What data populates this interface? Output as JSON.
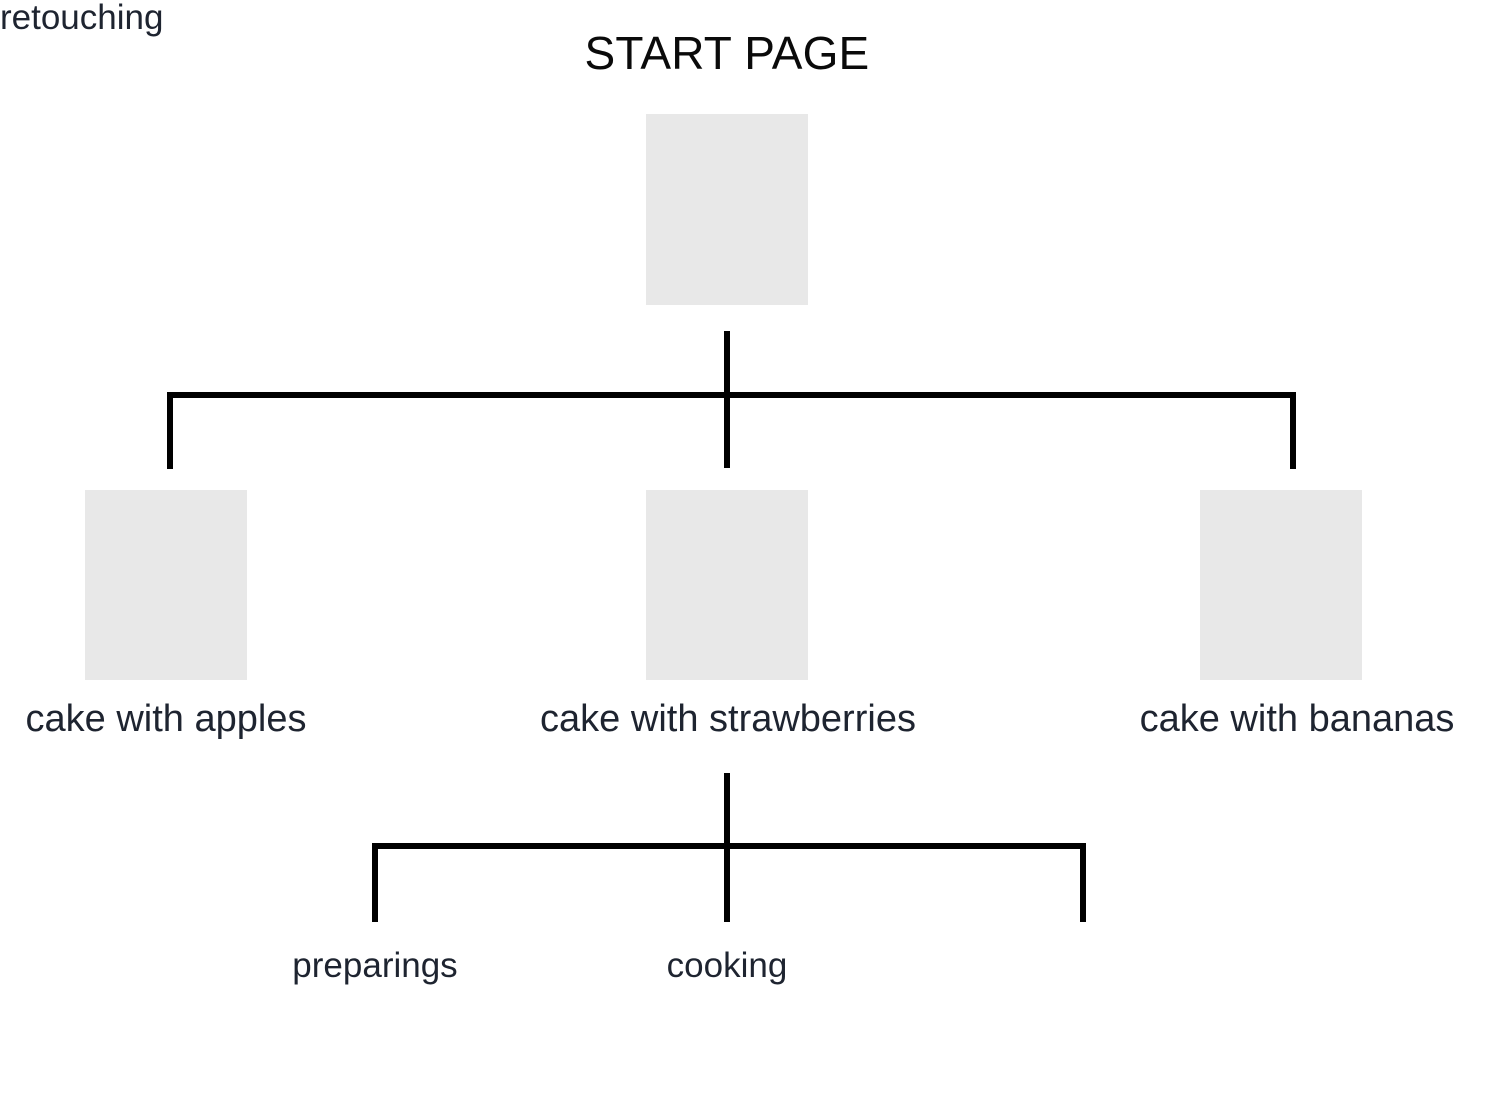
{
  "page": {
    "title": "START PAGE",
    "background_color": "#ffffff",
    "line_color": "#000000",
    "box_fill_color": "#e8e8e8",
    "label_color": "#1e2430",
    "title_color": "#0a0a0a"
  },
  "tree": {
    "root": {
      "label": "START PAGE",
      "has_image_placeholder": true
    },
    "level2": [
      {
        "label": "cake with apples",
        "has_image_placeholder": true
      },
      {
        "label": "cake with strawberries",
        "has_image_placeholder": true
      },
      {
        "label": "cake with bananas",
        "has_image_placeholder": true
      }
    ],
    "level3_parent": "cake with strawberries",
    "level3": [
      {
        "label": "preparings"
      },
      {
        "label": "cooking"
      },
      {
        "label": "retouching"
      }
    ]
  }
}
